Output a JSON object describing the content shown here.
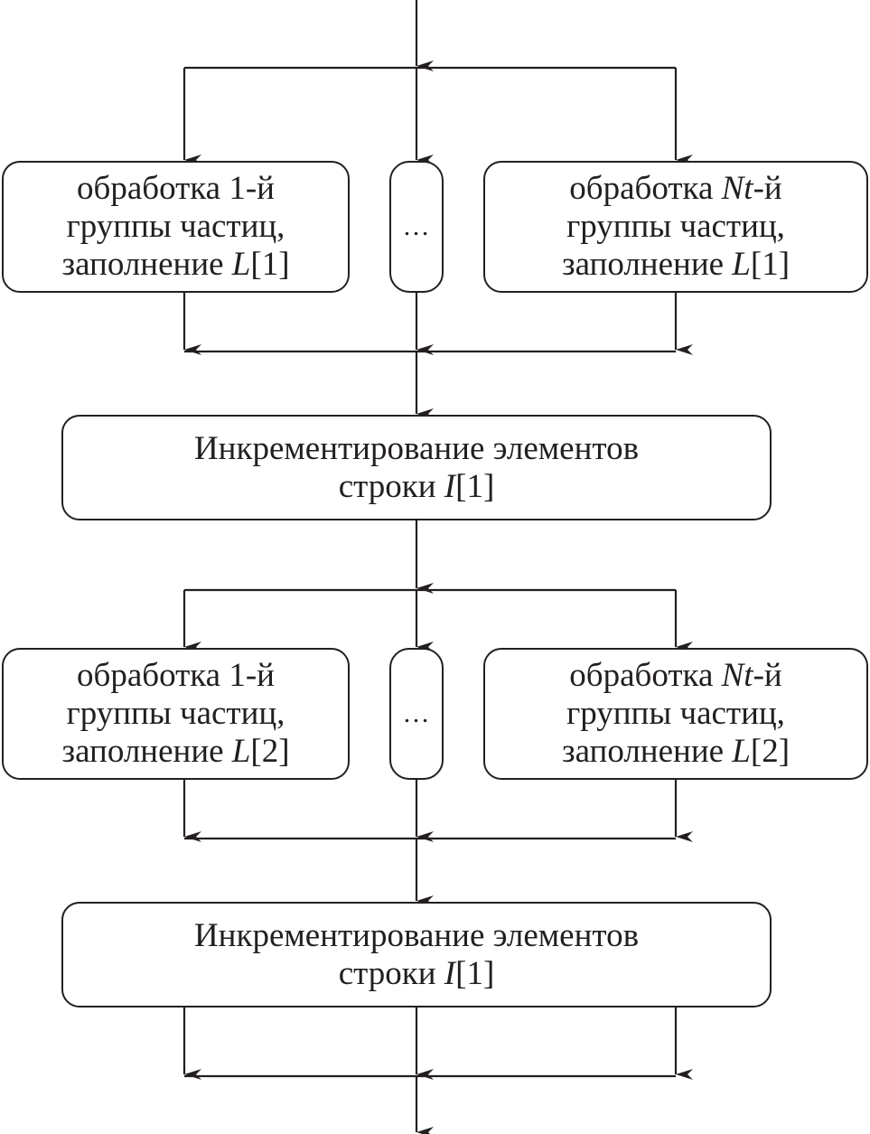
{
  "diagram": {
    "language": "ru",
    "stages": [
      {
        "parallel_group": {
          "first": {
            "prefix": "обработка ",
            "index": "1",
            "suffix": "-й",
            "line2": "группы частиц,",
            "line3_prefix": "заполнение ",
            "var": "L",
            "bracket": "[1]"
          },
          "ellipsis": "…",
          "last": {
            "prefix": "обработка ",
            "index": "Nt",
            "suffix": "-й",
            "line2": "группы частиц,",
            "line3_prefix": "заполнение ",
            "var": "L",
            "bracket": "[1]"
          }
        },
        "increment": {
          "line1": "Инкрементирование элементов",
          "line2_prefix": "строки ",
          "var": "I",
          "bracket": "[1]"
        }
      },
      {
        "parallel_group": {
          "first": {
            "prefix": "обработка ",
            "index": "1",
            "suffix": "-й",
            "line2": "группы частиц,",
            "line3_prefix": "заполнение ",
            "var": "L",
            "bracket": "[2]"
          },
          "ellipsis": "…",
          "last": {
            "prefix": "обработка ",
            "index": "Nt",
            "suffix": "-й",
            "line2": "группы частиц,",
            "line3_prefix": "заполнение ",
            "var": "L",
            "bracket": "[2]"
          }
        },
        "increment": {
          "line1": "Инкрементирование элементов",
          "line2_prefix": "строки ",
          "var": "I",
          "bracket": "[1]"
        }
      }
    ],
    "colors": {
      "stroke": "#231f20",
      "background": "#ffffff"
    }
  }
}
